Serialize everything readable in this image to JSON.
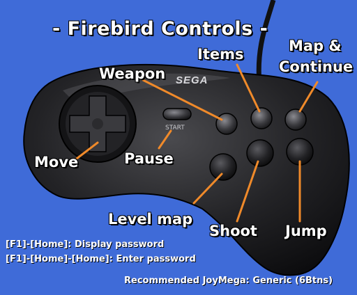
{
  "title": "- Firebird Controls -",
  "brand": "SEGA",
  "start_label": "START",
  "labels": {
    "weapon": "Weapon",
    "items": "Items",
    "map_continue_line1": "Map &",
    "map_continue_line2": "Continue",
    "move": "Move",
    "pause": "Pause",
    "level_map": "Level map",
    "shoot": "Shoot",
    "jump": "Jump"
  },
  "info_lines": [
    "[F1]-[Home]: Display password",
    "[F1]-[Home]-[Home]: Enter password"
  ],
  "recommendation": "Recommended JoyMega: Generic (6Btns)",
  "colors": {
    "background": "#3f6bd8",
    "pointer_lines": "#f08a2a",
    "controller_body": "#1c1c1e",
    "text": "#ffffff"
  }
}
